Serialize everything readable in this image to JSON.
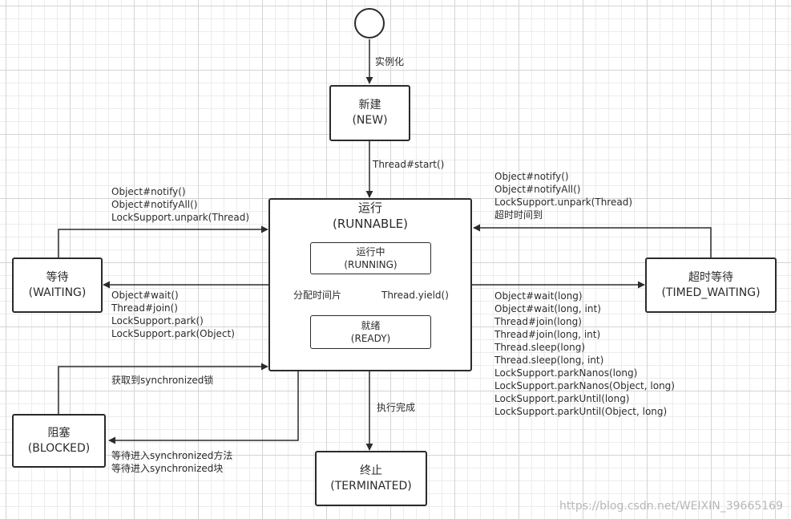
{
  "states": {
    "new": {
      "name": "新建",
      "code": "(NEW)"
    },
    "runnable": {
      "name": "运行",
      "code": "(RUNNABLE)"
    },
    "running": {
      "name": "运行中",
      "code": "(RUNNING)"
    },
    "ready": {
      "name": "就绪",
      "code": "(READY)"
    },
    "waiting": {
      "name": "等待",
      "code": "(WAITING)"
    },
    "timed_waiting": {
      "name": "超时等待",
      "code": "(TIMED_WAITING)"
    },
    "blocked": {
      "name": "阻塞",
      "code": "(BLOCKED)"
    },
    "terminated": {
      "name": "终止",
      "code": "(TERMINATED)"
    }
  },
  "transitions": {
    "instantiate": "实例化",
    "start": "Thread#start()",
    "to_waiting": [
      "Object#wait()",
      "Thread#join()",
      "LockSupport.park()",
      "LockSupport.park(Object)"
    ],
    "from_waiting": [
      "Object#notify()",
      "Object#notifyAll()",
      "LockSupport.unpark(Thread)"
    ],
    "from_timed_waiting": [
      "Object#notify()",
      "Object#notifyAll()",
      "LockSupport.unpark(Thread)",
      "超时时间到"
    ],
    "to_timed_waiting": [
      "Object#wait(long)",
      "Object#wait(long, int)",
      "Thread#join(long)",
      "Thread#join(long, int)",
      "Thread.sleep(long)",
      "Thread.sleep(long, int)",
      "LockSupport.parkNanos(long)",
      "LockSupport.parkNanos(Object, long)",
      "LockSupport.parkUntil(long)",
      "LockSupport.parkUntil(Object, long)"
    ],
    "from_blocked": "获取到synchronized锁",
    "to_blocked": [
      "等待进入synchronized方法",
      "等待进入synchronized块"
    ],
    "time_slice": "分配时间片",
    "yield": "Thread.yield()",
    "finish": "执行完成"
  },
  "watermark": "https://blog.csdn.net/WEIXIN_39665169"
}
